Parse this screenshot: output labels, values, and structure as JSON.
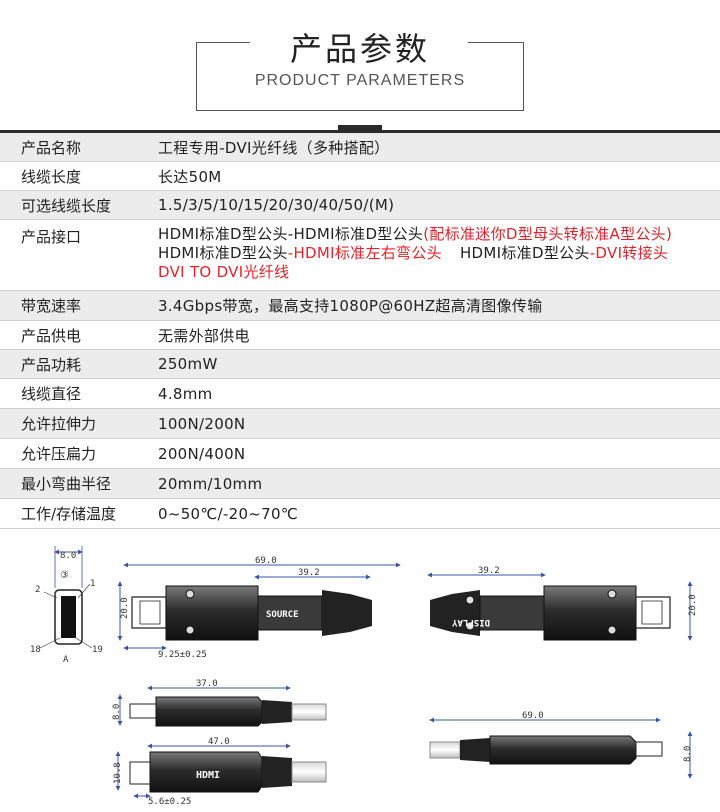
{
  "header": {
    "title_cn": "产品参数",
    "title_en": "PRODUCT PARAMETERS"
  },
  "params": [
    {
      "key": "产品名称",
      "value": "工程专用-DVI光纤线（多种搭配）"
    },
    {
      "key": "线缆长度",
      "value": "长达50M"
    },
    {
      "key": "可选线缆长度",
      "value": "1.5/3/5/10/15/20/30/40/50/(M)"
    },
    {
      "key": "产品接口",
      "line1_a": "HDMI标准D型公头-HDMI标准D型公头",
      "line1_b": "(配标准迷你D型母头转标准A型公头)",
      "line2_a": "HDMI标准D型公头",
      "line2_b": "-HDMI标准左右弯公头",
      "line2_c": "HDMI标准D型公头",
      "line2_d": "-DVI转接头",
      "line3": "DVI TO DVI光纤线"
    },
    {
      "key": "带宽速率",
      "value": "3.4Gbps带宽，最高支持1080P@60HZ超高清图像传输"
    },
    {
      "key": "产品供电",
      "value": "无需外部供电"
    },
    {
      "key": "产品功耗",
      "value": "250mW"
    },
    {
      "key": "线缆直径",
      "value": "4.8mm"
    },
    {
      "key": "允许拉伸力",
      "value": "100N/200N"
    },
    {
      "key": "允许压扁力",
      "value": "200N/400N"
    },
    {
      "key": "最小弯曲半径",
      "value": "20mm/10mm"
    },
    {
      "key": "工作/存储温度",
      "value": "0~50℃/-20~70℃"
    }
  ],
  "drawings": {
    "pin": {
      "width": "8.0",
      "circled": "③",
      "p2": "2",
      "p1": "1",
      "p18": "18",
      "p19": "19",
      "a": "A"
    },
    "source": {
      "length": "69.0",
      "body": "39.2",
      "height": "20.0",
      "tip": "9.25±0.25",
      "label": "SOURCE"
    },
    "display": {
      "body": "39.2",
      "height": "20.0",
      "label": "DISPLAY"
    },
    "side_a": {
      "length": "37.0",
      "height": "8.0"
    },
    "side_b": {
      "length": "47.0",
      "height": "10.8",
      "tip": "5.6±0.25",
      "label": "HDMI"
    },
    "side_c": {
      "length": "69.0",
      "height": "8.0"
    }
  },
  "colors": {
    "accent_red": "#e0242b",
    "rule": "#2b2b2b",
    "row_shade": "#ececec",
    "dim_blue": "#3a55a8"
  }
}
